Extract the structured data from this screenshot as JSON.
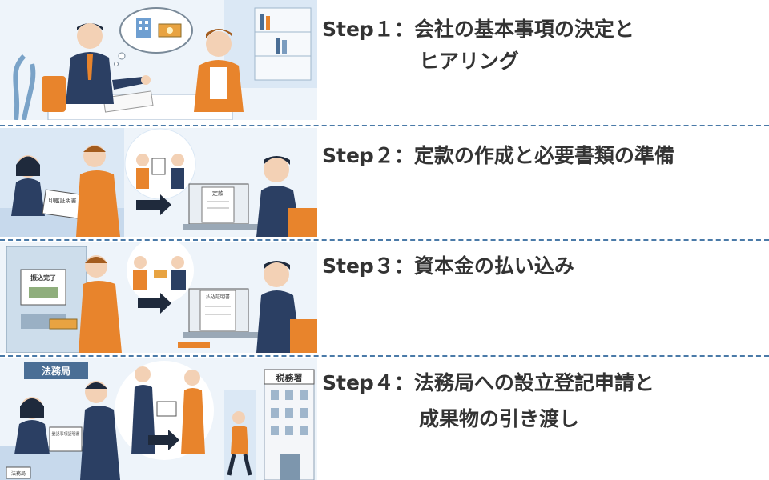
{
  "steps": [
    {
      "prefix": "Step１",
      "title_line1": "：会社の基本事項の決定と",
      "title_line2": "ヒアリング",
      "illustration": "meeting-illustration"
    },
    {
      "prefix": "Step２",
      "title_line1": "：定款の作成と必要書類の準備",
      "title_line2": "",
      "illustration": "documents-illustration"
    },
    {
      "prefix": "Step３",
      "title_line1": "：資本金の払い込み",
      "title_line2": "",
      "illustration": "atm-payment-illustration"
    },
    {
      "prefix": "Step４",
      "title_line1": "：法務局への設立登記申請と",
      "title_line2": "成果物の引き渡し",
      "illustration": "registration-illustration"
    }
  ],
  "illustration_text": {
    "step2_form": "印鑑証明書",
    "step2_doc": "定款",
    "step3_atm": "振込完了",
    "step3_doc": "払込証明書",
    "step4_sign": "法務局",
    "step4_building": "税務署",
    "step4_doc": "登記事項証明書",
    "step4_counter": "法務局"
  },
  "colors": {
    "text": "#333333",
    "separator": "#4a7aa8",
    "navy": "#2b3f63",
    "orange": "#e8842c",
    "light_blue": "#dbe8f5"
  }
}
